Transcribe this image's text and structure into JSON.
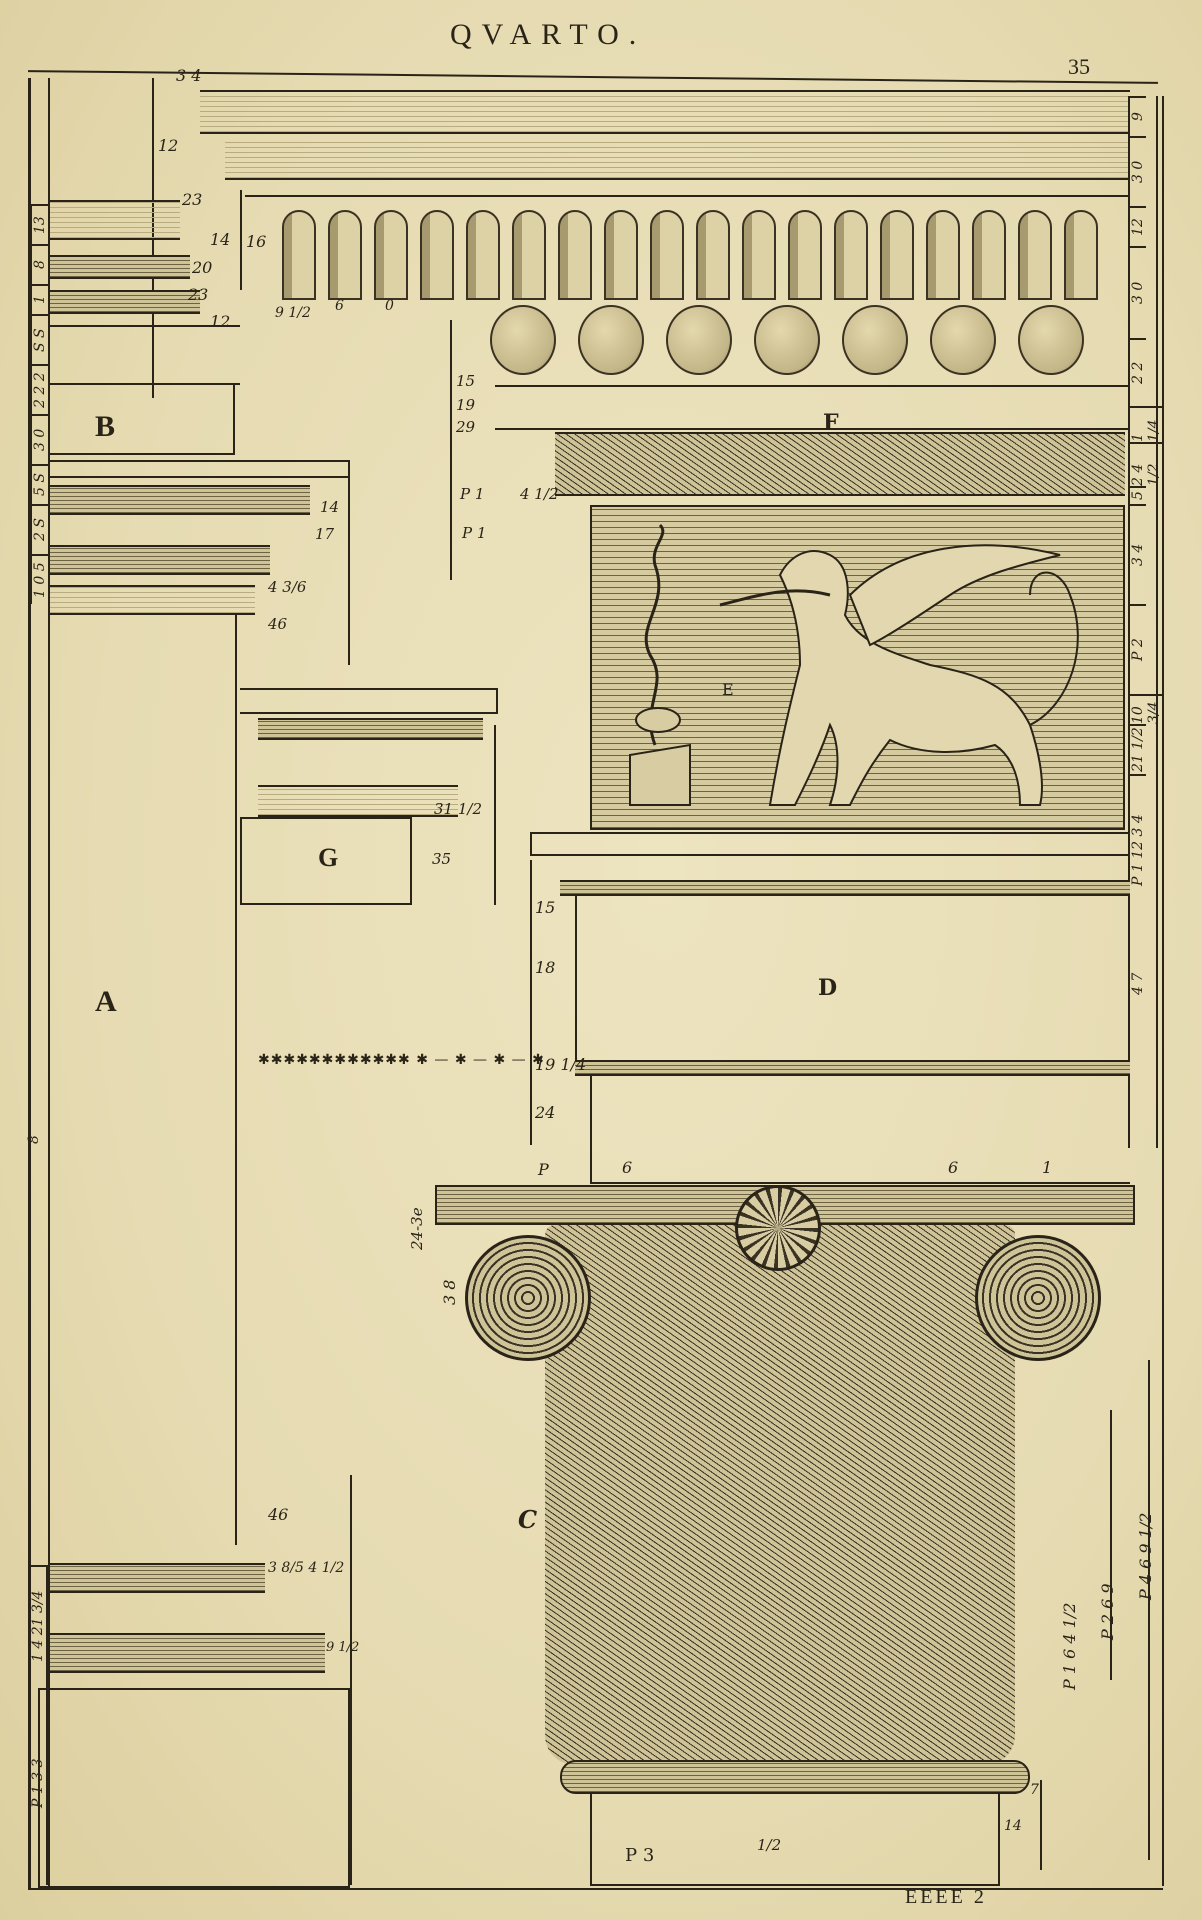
{
  "page": {
    "running_head": "QVARTO.",
    "page_number": "35",
    "signature": "EEEE 2"
  },
  "figure": {
    "letters": {
      "A": "A",
      "B": "B",
      "C": "C",
      "D": "D",
      "E": "E",
      "F": "F",
      "G": "G"
    },
    "cornice_labels": {
      "top": "3 4",
      "a": "12",
      "b": "23",
      "c": "14",
      "d": "20",
      "e": "23",
      "f": "12",
      "g": "16",
      "h": "9 1/2",
      "i": "6",
      "j": "0"
    },
    "architrave_labels": {
      "a": "15",
      "b": "19",
      "c": "29",
      "d": "P 1",
      "e": "P 1",
      "f": "4 1/2"
    },
    "capital_B_labels": {
      "a": "14",
      "b": "17",
      "c": "4 3/6",
      "d": "46"
    },
    "impost_G_labels": {
      "a": "31 1/2",
      "b": "35"
    },
    "pedestal_D_labels": {
      "a": "15",
      "b": "18",
      "c": "19 1/4",
      "d": "24",
      "e": "P",
      "f": "6",
      "g": "6",
      "h": "1"
    },
    "capital_C_labels": {
      "a": "24-3e",
      "b": "3 8",
      "c": "P 3",
      "d": "1/2",
      "e": "7",
      "f": "14"
    },
    "base_labels": {
      "a": "46",
      "b": "3 8/5 4 1/2",
      "c": "9 1/2"
    },
    "right_scale": [
      "9",
      "3 0",
      "12",
      "3 0",
      "2 2",
      "1 1/4",
      "2 4 1/2",
      "5",
      "3 4",
      "P 2",
      "10 3/4",
      "21 1/2",
      "P 1 12 3 4",
      "4 7"
    ],
    "left_scale": [
      "13",
      "8",
      "1",
      "S S",
      "2 2 2",
      "3 0",
      "5 S",
      "2 S",
      "1 0 5"
    ],
    "column_scale": [
      "8"
    ],
    "base_scale": [
      "1 4 21 3/4",
      "P 1 3 3"
    ],
    "capital_dims": [
      "P 1 6 4 1/2",
      "P 2 6 9",
      "P 4 6 9 1/2"
    ],
    "ornament_rule": "✱✱✱✱✱✱✱✱✱✱✱✱ ✱ — ✱ — ✱ — ✱"
  }
}
